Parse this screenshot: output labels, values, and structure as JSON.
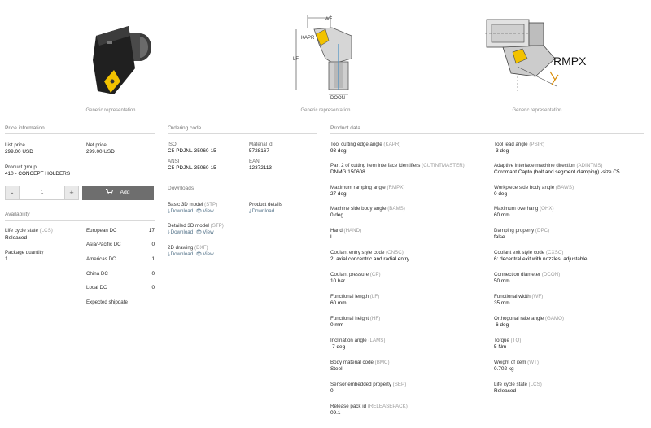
{
  "images": {
    "caption1": "Generic representation",
    "caption2": "Generic representation",
    "caption3": "Generic representation",
    "drawing_labels": {
      "wf": "WF",
      "kapr": "KAPR",
      "lf": "LF",
      "doon": "DOON",
      "rmpx": "RMPX"
    }
  },
  "price": {
    "title": "Price information",
    "list_price_label": "List price",
    "list_price_value": "299.00 USD",
    "net_price_label": "Net price",
    "net_price_value": "299.00 USD",
    "product_group_label": "Product group",
    "product_group_value": "410 - CONCEPT HOLDERS",
    "qty_value": "1",
    "minus": "-",
    "plus": "+",
    "add_label": "Add"
  },
  "availability": {
    "title": "Availability",
    "lcs_label": "Life cycle state",
    "lcs_code": "(LCS)",
    "lcs_value": "Released",
    "pkg_label": "Package quantity",
    "pkg_value": "1",
    "dcs": [
      {
        "name": "European DC",
        "qty": "17"
      },
      {
        "name": "Asia/Pacific DC",
        "qty": "0"
      },
      {
        "name": "Americas DC",
        "qty": "1"
      },
      {
        "name": "China DC",
        "qty": "0"
      },
      {
        "name": "Local DC",
        "qty": "0"
      }
    ],
    "ship_label": "Expected shipdate"
  },
  "ordering": {
    "title": "Ordering code",
    "iso_label": "ISO",
    "iso_value": "C5-PDJNL-35060-15",
    "material_label": "Material id",
    "material_value": "5728167",
    "ansi_label": "ANSI",
    "ansi_value": "C5-PDJNL-35060-15",
    "ean_label": "EAN",
    "ean_value": "12372113"
  },
  "downloads": {
    "title": "Downloads",
    "basic_label": "Basic 3D model",
    "basic_code": "(STP)",
    "product_details": "Product details",
    "detailed_label": "Detailed 3D model",
    "detailed_code": "(STP)",
    "drawing_label": "2D drawing",
    "drawing_code": "(DXF)",
    "download": "Download",
    "view": "View"
  },
  "product": {
    "title": "Product data",
    "left": [
      {
        "label": "Tool cutting edge angle",
        "code": "(KAPR)",
        "value": "93 deg"
      },
      {
        "label": "Part 2 of cutting item interface identifiers",
        "code": "(CUTINTMASTER)",
        "value": "DNMG 150608"
      },
      {
        "label": "Maximum ramping angle",
        "code": "(RMPX)",
        "value": "27 deg"
      },
      {
        "label": "Machine side body angle",
        "code": "(BAMS)",
        "value": "0 deg"
      },
      {
        "label": "Hand",
        "code": "(HAND)",
        "value": "L"
      },
      {
        "label": "Coolant entry style code",
        "code": "(CNSC)",
        "value": "2: axial concentric and radial entry"
      },
      {
        "label": "Coolant pressure",
        "code": "(CP)",
        "value": "10 bar"
      },
      {
        "label": "Functional length",
        "code": "(LF)",
        "value": "60 mm"
      },
      {
        "label": "Functional height",
        "code": "(HF)",
        "value": "0 mm"
      },
      {
        "label": "Inclination angle",
        "code": "(LAMS)",
        "value": "-7 deg"
      },
      {
        "label": "Body material code",
        "code": "(BMC)",
        "value": "Steel"
      },
      {
        "label": "Sensor embedded property",
        "code": "(SEP)",
        "value": "0"
      },
      {
        "label": "Release pack id",
        "code": "(RELEASEPACK)",
        "value": "09.1"
      }
    ],
    "right": [
      {
        "label": "Tool lead angle",
        "code": "(PSIR)",
        "value": "-3 deg"
      },
      {
        "label": "Adaptive interface machine direction",
        "code": "(ADINTMS)",
        "value": "Coromant Capto (bolt and segment clamping) -size C5"
      },
      {
        "label": "Workpiece side body angle",
        "code": "(BAWS)",
        "value": "0 deg"
      },
      {
        "label": "Maximum overhang",
        "code": "(OHX)",
        "value": "60 mm"
      },
      {
        "label": "Damping property",
        "code": "(DPC)",
        "value": "false"
      },
      {
        "label": "Coolant exit style code",
        "code": "(CXSC)",
        "value": "6: decentral exit with nozzles, adjustable"
      },
      {
        "label": "Connection diameter",
        "code": "(DCON)",
        "value": "50 mm"
      },
      {
        "label": "Functional width",
        "code": "(WF)",
        "value": "35 mm"
      },
      {
        "label": "Orthogonal rake angle",
        "code": "(GAMO)",
        "value": "-6 deg"
      },
      {
        "label": "Torque",
        "code": "(TQ)",
        "value": "5 Nm"
      },
      {
        "label": "Weight of item",
        "code": "(WT)",
        "value": "0.702 kg"
      },
      {
        "label": "Life cycle state",
        "code": "(LCS)",
        "value": "Released"
      }
    ]
  },
  "colors": {
    "accent_yellow": "#f2c200",
    "link_blue": "#4f6f86",
    "button_grey": "#6e6e6e"
  }
}
